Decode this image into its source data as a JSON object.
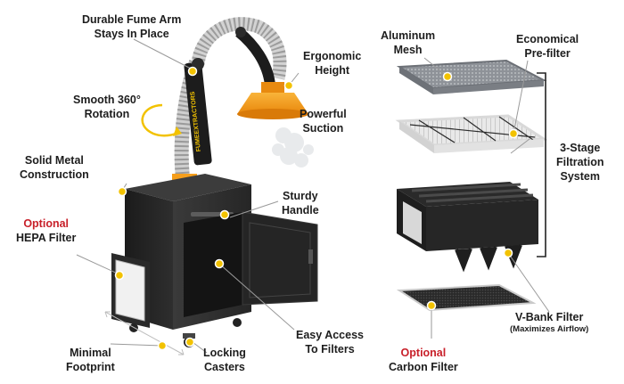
{
  "labels": {
    "fume_arm": [
      "Durable Fume Arm",
      "Stays In Place"
    ],
    "rotation": [
      "Smooth 360°",
      "Rotation"
    ],
    "ergonomic": [
      "Ergonomic",
      "Height"
    ],
    "suction": [
      "Powerful",
      "Suction"
    ],
    "solid_metal": [
      "Solid Metal",
      "Construction"
    ],
    "sturdy_handle": [
      "Sturdy",
      "Handle"
    ],
    "hepa": {
      "optional": "Optional",
      "name": "HEPA Filter"
    },
    "footprint": [
      "Minimal",
      "Footprint"
    ],
    "casters": [
      "Locking",
      "Casters"
    ],
    "easy_access": [
      "Easy Access",
      "To Filters"
    ],
    "aluminum_mesh": [
      "Aluminum",
      "Mesh"
    ],
    "prefilter": [
      "Economical",
      "Pre-filter"
    ],
    "three_stage": [
      "3-Stage",
      "Filtration",
      "System"
    ],
    "vbank": {
      "name": "V-Bank Filter",
      "note": "(Maximizes Airflow)"
    },
    "carbon": {
      "optional": "Optional",
      "name": "Carbon Filter"
    }
  },
  "arm_brand_text": "FUMEEXTRACTORS",
  "colors": {
    "accent_yellow": "#f2c200",
    "optional_red": "#c8202a",
    "hood_orange": "#f59e1b",
    "cabinet": "#202020"
  }
}
